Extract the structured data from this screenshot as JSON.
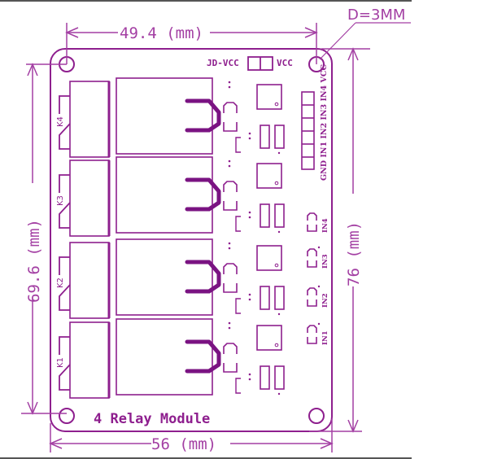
{
  "diagram": {
    "title": "4 Relay Module",
    "colors": {
      "silkscreen": "#8e1f8e",
      "dimension": "#a33fa3",
      "trace": "#7a1382",
      "background": "#ffffff",
      "frame_line": "#555555"
    },
    "dimensions": {
      "top": "49.4 (mm)",
      "bottom": "56 (mm)",
      "left": "69.6 (mm)",
      "right": "76 (mm)",
      "hole_callout": "D=3MM"
    },
    "jumper": {
      "left_label": "JD-VCC",
      "right_label": "VCC"
    },
    "header_pins": [
      "GND",
      "IN1",
      "IN2",
      "IN3",
      "IN4",
      "VCC"
    ],
    "header_label": "GND IN1 IN2 IN3 IN4 VCC",
    "relays": [
      {
        "label": "K4"
      },
      {
        "label": "K3"
      },
      {
        "label": "K2"
      },
      {
        "label": "K1"
      }
    ],
    "leds": [
      {
        "label": "IN4"
      },
      {
        "label": "IN3"
      },
      {
        "label": "IN2"
      },
      {
        "label": "IN1"
      }
    ]
  }
}
